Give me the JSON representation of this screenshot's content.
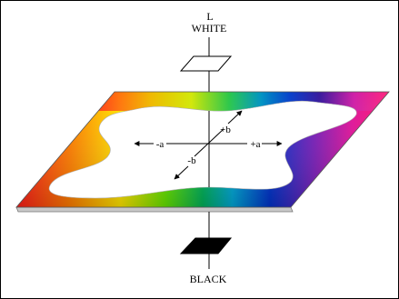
{
  "labels": {
    "L": "L",
    "white": "WHITE",
    "black": "BLACK",
    "neg_a": "-a",
    "pos_a": "+a",
    "pos_b": "+b",
    "neg_b": "-b"
  },
  "colors": {
    "frame": "#000000",
    "plane_edge": "#9a9a9a",
    "white_patch": "#ffffff",
    "black_patch": "#000000",
    "gradient": [
      "#ff1a1a",
      "#ff9900",
      "#ffe600",
      "#66e600",
      "#00b300",
      "#00a0d0",
      "#0033cc",
      "#cc00cc",
      "#ff3399",
      "#ff0066"
    ]
  }
}
